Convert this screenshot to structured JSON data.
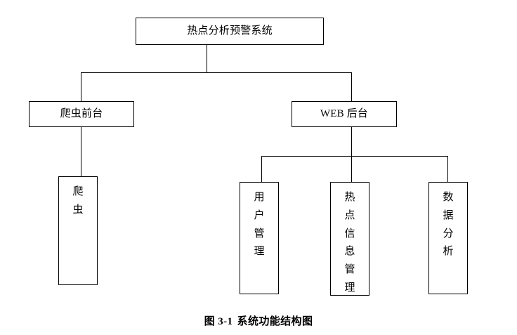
{
  "figure": {
    "caption_number": "图 3-1",
    "caption_title": "系统功能结构图"
  },
  "diagram": {
    "type": "tree",
    "orientation": "top-down",
    "line_color": "#000000",
    "box_border_color": "#000000",
    "box_fill_color": "#ffffff",
    "background_color": "#ffffff",
    "root": {
      "label": "热点分析预警系统"
    },
    "level2": [
      {
        "label": "爬虫前台"
      },
      {
        "label": "WEB 后台"
      }
    ],
    "leaves": [
      {
        "label": "爬虫",
        "parent": "爬虫前台"
      },
      {
        "label": "用户管理",
        "parent": "WEB 后台"
      },
      {
        "label": "热点信息管理",
        "parent": "WEB 后台"
      },
      {
        "label": "数据分析",
        "parent": "WEB 后台"
      }
    ]
  }
}
